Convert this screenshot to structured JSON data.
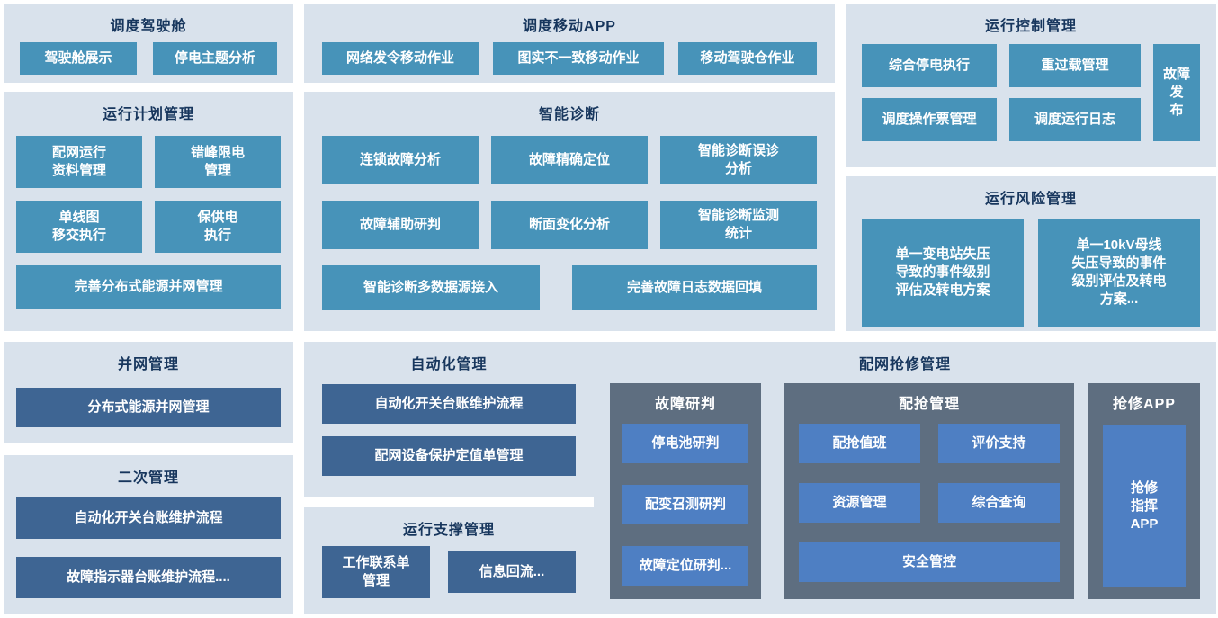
{
  "colors": {
    "panel_bg": "#d9e2ec",
    "header_text": "#17365d",
    "teal": "#4793b9",
    "slate": "#3e6593",
    "blue": "#4e7fc3",
    "dark_panel": "#5e6e80",
    "tile_text": "#ffffff"
  },
  "cockpit": {
    "title": "调度驾驶舱",
    "tiles": [
      "驾驶舱展示",
      "停电主题分析"
    ]
  },
  "mobile_app": {
    "title": "调度移动APP",
    "tiles": [
      "网络发令移动作业",
      "图实不一致移动作业",
      "移动驾驶仓作业"
    ]
  },
  "op_control": {
    "title": "运行控制管理",
    "tiles": [
      "综合停电执行",
      "重过载管理",
      "调度操作票管理",
      "调度运行日志"
    ],
    "side_tile": "故障\n发\n布"
  },
  "op_plan": {
    "title": "运行计划管理",
    "tiles": [
      "配网运行\n资料管理",
      "错峰限电\n管理",
      "单线图\n移交执行",
      "保供电\n执行"
    ],
    "wide_tile": "完善分布式能源并网管理"
  },
  "diagnosis": {
    "title": "智能诊断",
    "tiles": [
      "连锁故障分析",
      "故障精确定位",
      "智能诊断误诊\n分析",
      "故障辅助研判",
      "断面变化分析",
      "智能诊断监测\n统计"
    ],
    "wide_tiles": [
      "智能诊断多数据源接入",
      "完善故障日志数据回填"
    ]
  },
  "risk": {
    "title": "运行风险管理",
    "tiles": [
      "单一变电站失压\n导致的事件级别\n评估及转电方案",
      "单一10kV母线\n失压导致的事件\n级别评估及转电\n方案..."
    ]
  },
  "grid_connect": {
    "title": "并网管理",
    "tiles": [
      "分布式能源并网管理"
    ]
  },
  "secondary": {
    "title": "二次管理",
    "tiles": [
      "自动化开关台账维护流程",
      "故障指示器台账维护流程...."
    ]
  },
  "automation": {
    "title": "自动化管理",
    "tiles": [
      "自动化开关台账维护流程",
      "配网设备保护定值单管理"
    ]
  },
  "op_support": {
    "title": "运行支撑管理",
    "tiles": [
      "工作联系单\n管理",
      "信息回流..."
    ]
  },
  "repair": {
    "title": "配网抢修管理",
    "fault_judge": {
      "title": "故障研判",
      "tiles": [
        "停电池研判",
        "配变召测研判",
        "故障定位研判..."
      ]
    },
    "dispatch": {
      "title": "配抢管理",
      "tiles": [
        "配抢值班",
        "评价支持",
        "资源管理",
        "综合查询"
      ],
      "wide_tile": "安全管控"
    },
    "app": {
      "title": "抢修APP",
      "tile": "抢修\n指挥\nAPP"
    }
  }
}
